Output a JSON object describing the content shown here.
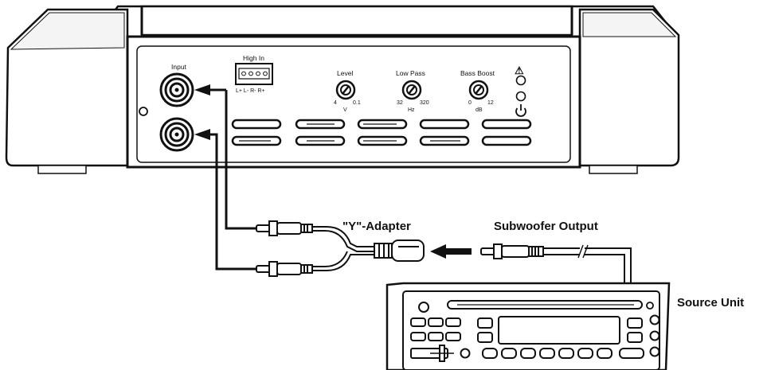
{
  "amplifier": {
    "input_label": "Input",
    "high_in_label": "High In",
    "high_in_pins": "L+ L- R- R+",
    "knobs": [
      {
        "label": "Level",
        "min": "4",
        "unit": "V",
        "max": "0.1"
      },
      {
        "label": "Low Pass",
        "min": "32",
        "unit": "Hz",
        "max": "320"
      },
      {
        "label": "Bass Boost",
        "min": "0",
        "unit": "dB",
        "max": "12"
      }
    ],
    "warning_symbol": "⚠",
    "power_symbol": "⏻"
  },
  "labels": {
    "y_adapter": "\"Y\"-Adapter",
    "subwoofer_output": "Subwoofer Output",
    "source_unit": "Source Unit"
  }
}
